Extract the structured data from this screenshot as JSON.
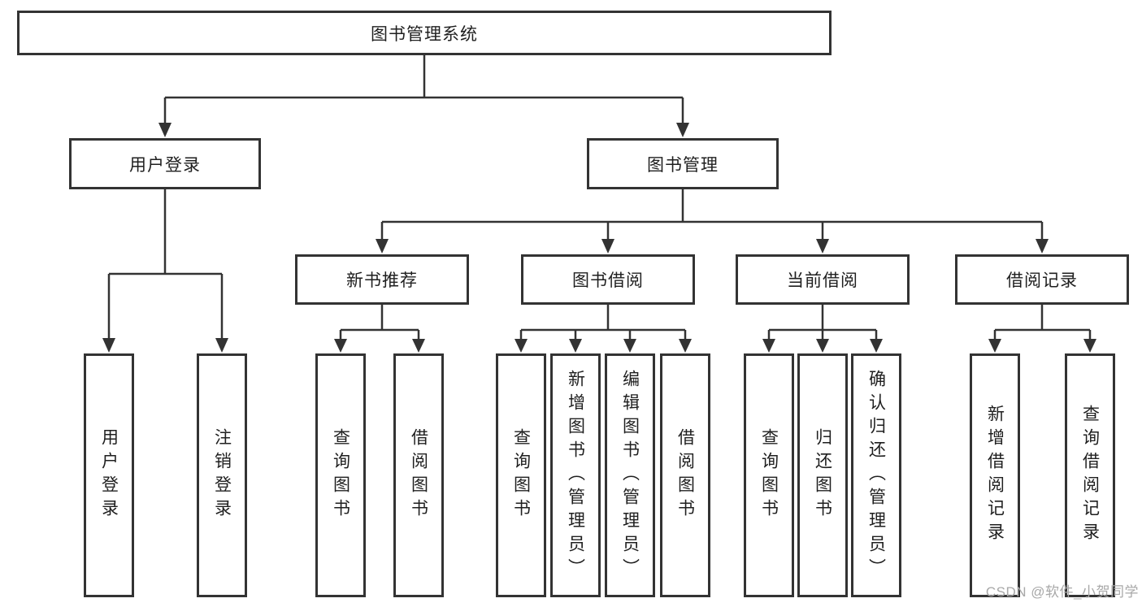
{
  "tree": {
    "label": "图书管理系统",
    "children": [
      {
        "label": "用户登录",
        "children": [
          {
            "label": "用户登录"
          },
          {
            "label": "注销登录"
          }
        ]
      },
      {
        "label": "图书管理",
        "children": [
          {
            "label": "新书推荐",
            "children": [
              {
                "label": "查询图书"
              },
              {
                "label": "借阅图书"
              }
            ]
          },
          {
            "label": "图书借阅",
            "children": [
              {
                "label": "查询图书"
              },
              {
                "label": "新增图书（管理员）"
              },
              {
                "label": "编辑图书（管理员）"
              },
              {
                "label": "借阅图书"
              }
            ]
          },
          {
            "label": "当前借阅",
            "children": [
              {
                "label": "查询图书"
              },
              {
                "label": "归还图书"
              },
              {
                "label": "确认归还（管理员）"
              }
            ]
          },
          {
            "label": "借阅记录",
            "children": [
              {
                "label": "新增借阅记录"
              },
              {
                "label": "查询借阅记录"
              }
            ]
          }
        ]
      }
    ]
  },
  "watermark": "CSDN @软件_小贺同学",
  "colors": {
    "line": "#333333",
    "border": "#333333",
    "text": "#1f1f1f",
    "background": "#ffffff",
    "watermark": "#a8a8a8"
  }
}
